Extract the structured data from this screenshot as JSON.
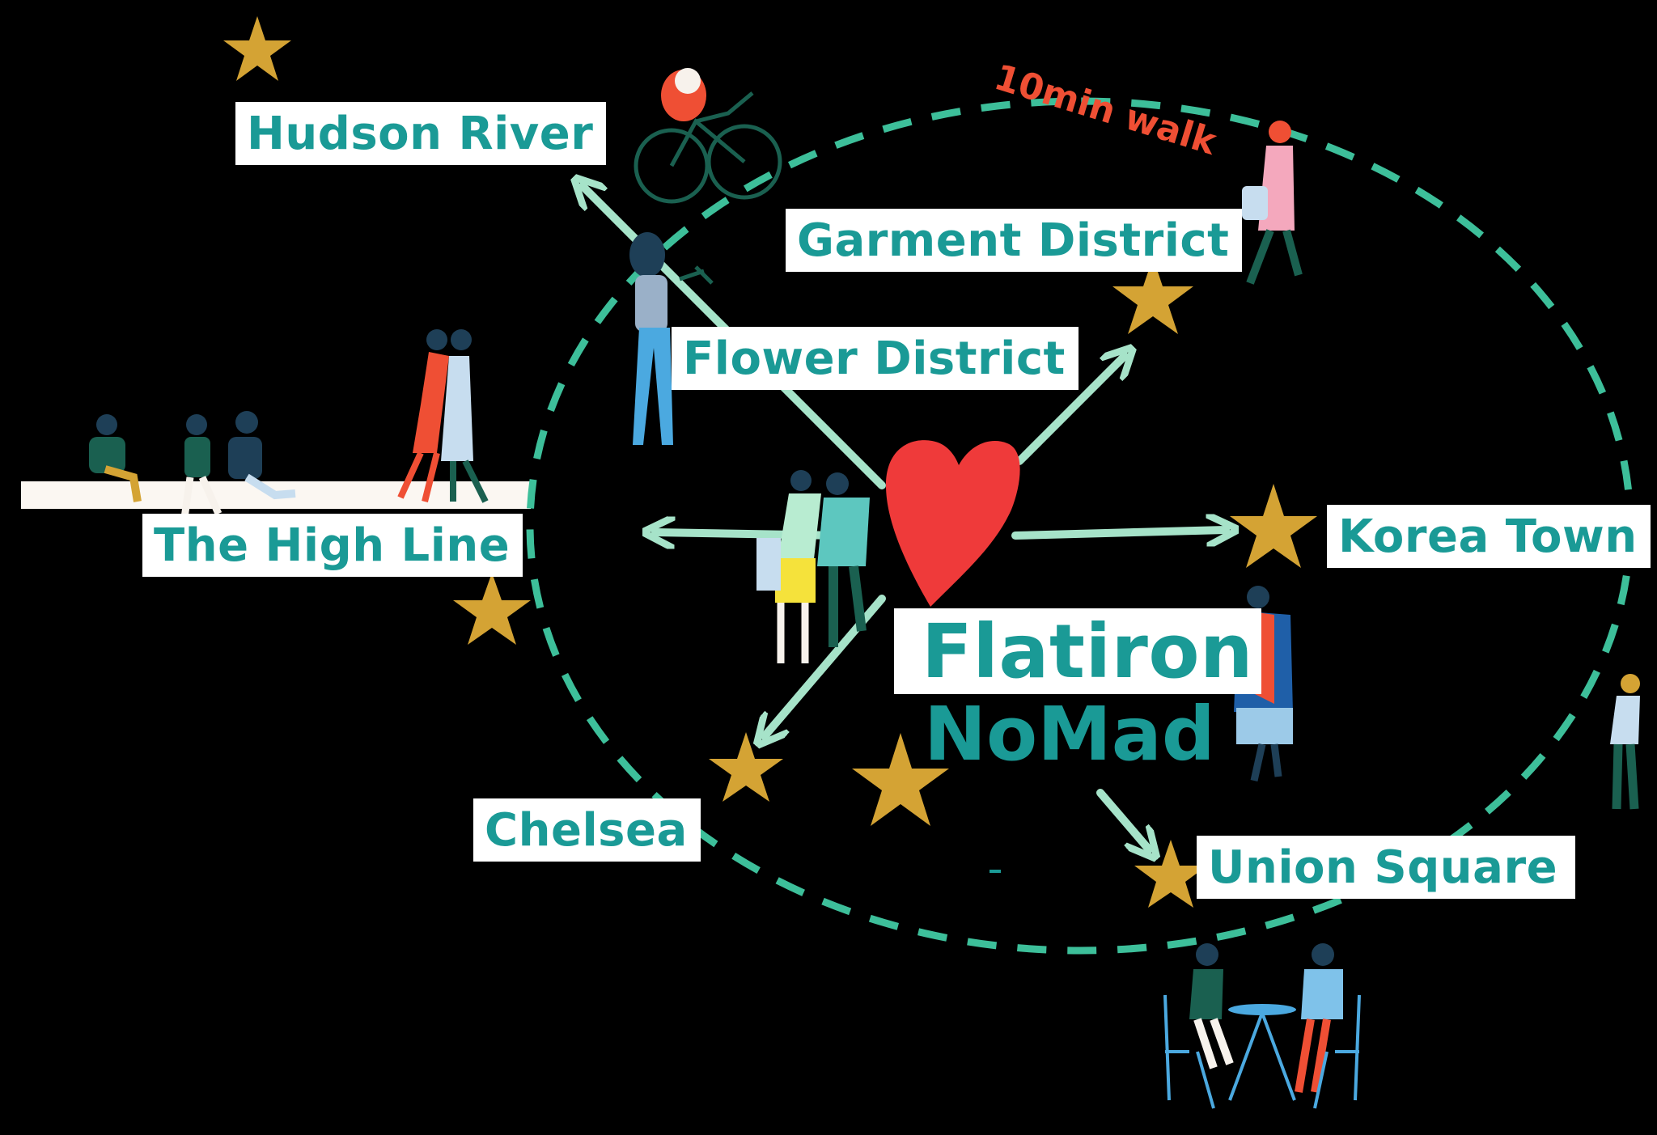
{
  "colors": {
    "background": "#000000",
    "teal_text": "#1a9a96",
    "circle_dash": "#3dbf9a",
    "arrow": "#a6e3c9",
    "star": "#d4a334",
    "heart": "#ef3a3a",
    "walk_text": "#ef4f34",
    "label_bg": "#ffffff"
  },
  "walk_radius_label": "10min walk",
  "center": {
    "line1": "Flatiron",
    "line2": "NoMad",
    "icon": "heart-icon"
  },
  "destinations": [
    {
      "id": "hudson-river",
      "label": "Hudson River"
    },
    {
      "id": "garment-district",
      "label": "Garment District"
    },
    {
      "id": "flower-district",
      "label": "Flower District"
    },
    {
      "id": "the-high-line",
      "label": "The High Line"
    },
    {
      "id": "korea-town",
      "label": "Korea Town"
    },
    {
      "id": "chelsea",
      "label": "Chelsea"
    },
    {
      "id": "union-square",
      "label": "Union Square"
    }
  ]
}
